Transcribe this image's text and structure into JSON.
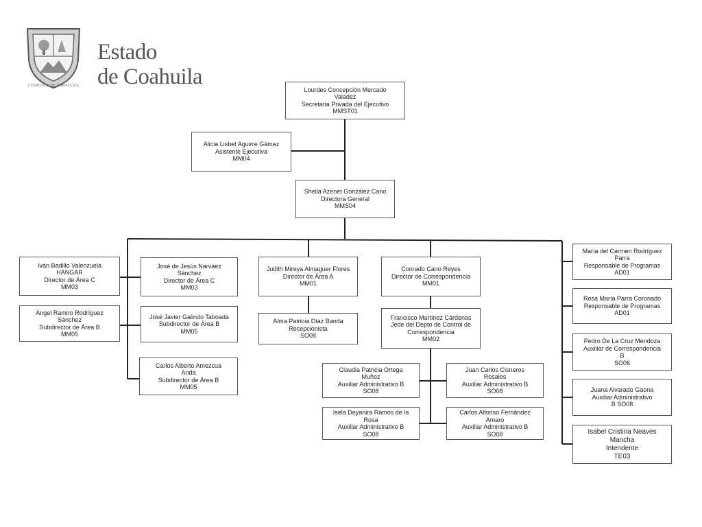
{
  "header": {
    "title_line1": "Estado",
    "title_line2": "de Coahuila",
    "seal_text": "COAHUILA DE ZARAGOZA"
  },
  "nodes": {
    "n_secretaria": [
      "Lourdes Concepción Mercado",
      "Valadez",
      "Secretaria  Privada del Ejecutivo",
      "MMST01"
    ],
    "n_asistente": [
      "Alicia Lisbet Aguirre Gámez",
      "Asistente Ejecutiva",
      "MM04"
    ],
    "n_directora": [
      "Sheila Azenet González Cano",
      "Directora General",
      "MMS04"
    ],
    "n_ivan": [
      "Iván Badillo Valenzuela",
      "HANGAR",
      "Director de Área C",
      "MM03"
    ],
    "n_angel": [
      "Ángel Ramiro Rodríguez",
      "Sánchez",
      "Subdirector de Área B",
      "MM05"
    ],
    "n_jose_jesus": [
      "José de Jesús Narváez",
      "Sánchez",
      "Director de Área C",
      "MM03"
    ],
    "n_jose_javier": [
      "José Javier Galindo Taboada",
      "Subdirector de Área B",
      "MM05"
    ],
    "n_carlos_amezcua": [
      "Carlos Alberto Amezcua",
      "Anda",
      "Subdirector de Área B",
      "MM05"
    ],
    "n_judith": [
      "Judith Mireya Almaguer Flores",
      "Director de Área A",
      "MM01"
    ],
    "n_alma": [
      "Alma Patricia Díaz Banda",
      "Recepcionista",
      "SO08"
    ],
    "n_conrado": [
      "Conrado Cano Reyes",
      "Director de Correspondencia",
      "MM01"
    ],
    "n_francisco": [
      "Francisco Martínez Cárdenas",
      "Jede del Depto de Control de",
      "Correspondencia",
      "MM02"
    ],
    "n_claudia": [
      "Claudia Patricia Ortega",
      "Muñoz",
      "Auxiliar Administrativo B",
      "SO08"
    ],
    "n_juan_carlos": [
      "Juan Carlos Cisneros",
      "Rosales",
      "Auxiliar Administrativo B",
      "SO08"
    ],
    "n_isela": [
      "Isela Deyanira Ramos de la",
      "Rosa",
      "Auxiliar Administrativo B",
      "SO08"
    ],
    "n_carlos_alfonso": [
      "Carlos Alfonso Fernández",
      "Amaro",
      "Auxiliar Administrativo B",
      "SO08"
    ],
    "n_maria": [
      "María del Carmen Rodríguez",
      "Parra",
      "Responsable de Programas",
      "AD01"
    ],
    "n_rosa": [
      "Rosa María Parra Coronado",
      "Responsable de Programas",
      "AD01"
    ],
    "n_pedro": [
      "Pedro De La Cruz Mendoza",
      "Auxiliar de Correspondencia",
      "B",
      "SO06"
    ],
    "n_juana": [
      "Juana Alvarado Gaona",
      "Auxiliar Administrativo",
      "B SO08"
    ],
    "n_isabel": [
      "Isabel Cristina Neaves",
      "Mancha",
      "Intendente",
      "TE03"
    ]
  }
}
